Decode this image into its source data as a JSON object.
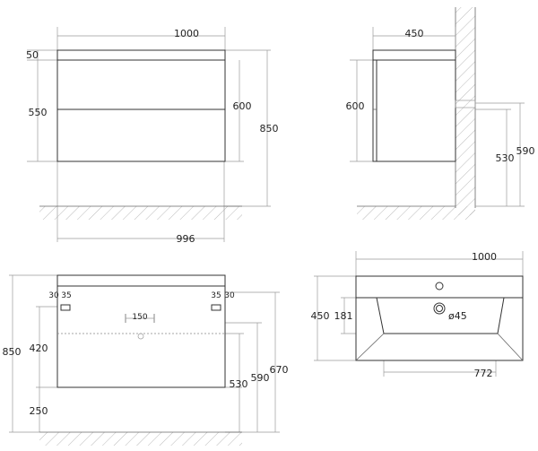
{
  "views": {
    "front": {
      "width": "1000",
      "top_thk": "50",
      "drawer_h": "550",
      "body_h": "600",
      "total_h": "850",
      "base_w": "996"
    },
    "side": {
      "depth": "450",
      "body_h": "600",
      "pipe_h1": "530",
      "pipe_h2": "590"
    },
    "back": {
      "total_h": "850",
      "upper_h": "420",
      "lower_h": "250",
      "off_a_l": "30",
      "off_b_l": "35",
      "off_b_r": "35",
      "off_a_r": "30",
      "spacing": "150",
      "h_530": "530",
      "h_590": "590",
      "h_670": "670"
    },
    "top": {
      "width": "1000",
      "depth": "450",
      "drain_off": "181",
      "drain_dia": "ø45",
      "basin_w": "772"
    }
  }
}
